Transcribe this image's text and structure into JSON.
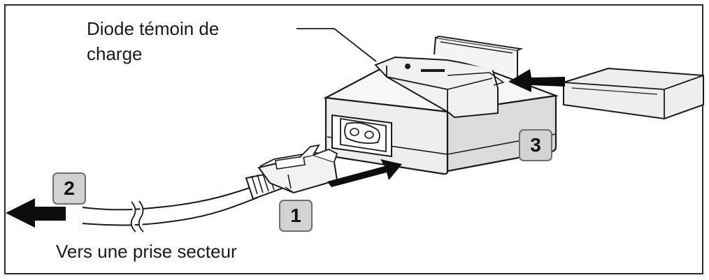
{
  "callout_led": {
    "line1": "Diode témoin de",
    "line2": "charge"
  },
  "callout_outlet": "Vers une prise secteur",
  "steps": [
    {
      "number": "1"
    },
    {
      "number": "2"
    },
    {
      "number": "3"
    }
  ]
}
